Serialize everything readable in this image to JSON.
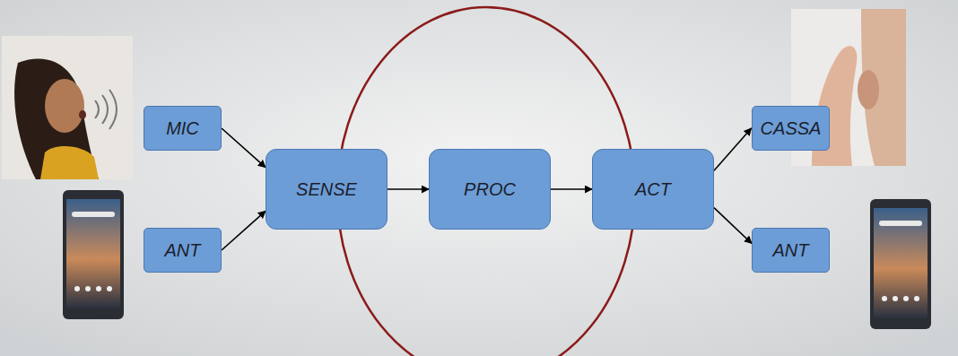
{
  "diagram": {
    "nodes": [
      {
        "text": [
          "MIC"
        ]
      },
      {
        "text": [
          "ANT"
        ]
      },
      {
        "text": [
          "SENSE"
        ]
      },
      {
        "text": [
          "PROC"
        ]
      },
      {
        "text": [
          "ACT"
        ]
      },
      {
        "text": [
          "CASSA"
        ]
      },
      {
        "text": [
          "ANT"
        ]
      }
    ],
    "edges": [
      {
        "from": 0,
        "to": 2,
        "arrow": "to"
      },
      {
        "from": 1,
        "to": 2,
        "arrow": "to"
      },
      {
        "from": 2,
        "to": 3,
        "arrow": "to"
      },
      {
        "from": 3,
        "to": 4,
        "arrow": "to"
      },
      {
        "from": 4,
        "to": 5,
        "arrow": "to"
      },
      {
        "from": 4,
        "to": 6,
        "arrow": "to"
      }
    ]
  }
}
